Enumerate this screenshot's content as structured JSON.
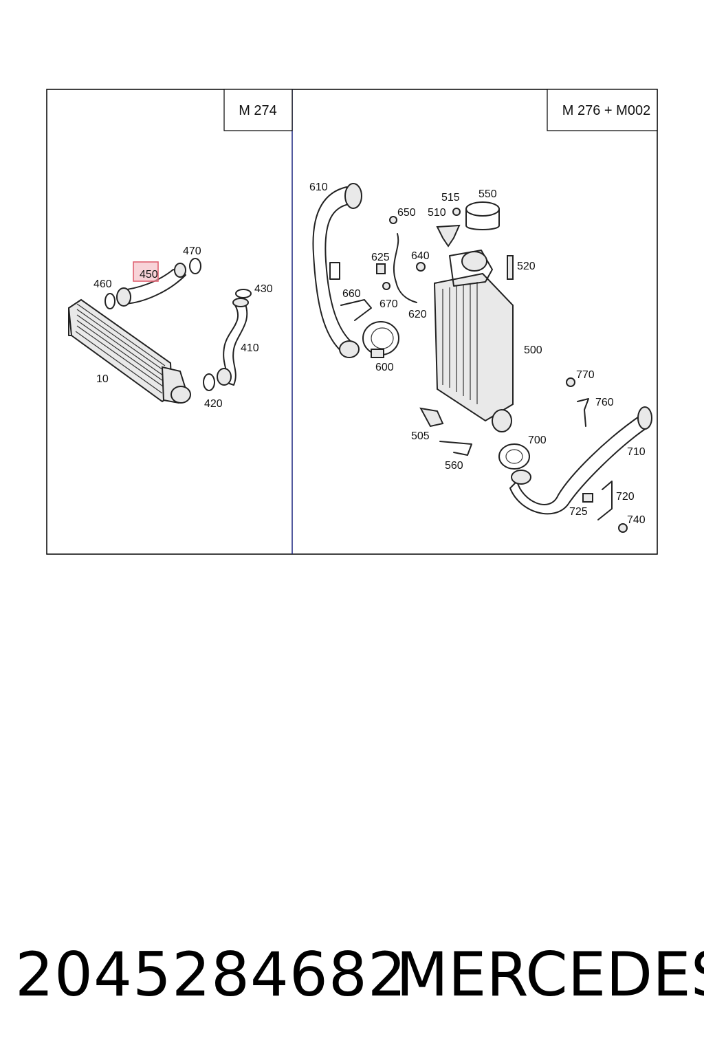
{
  "panels": {
    "left_title": "M 274",
    "right_title": "M 276 + M002"
  },
  "highlight": {
    "label": "450",
    "color": "#e06070"
  },
  "labels": {
    "l470": "470",
    "l460": "460",
    "l430": "430",
    "l410": "410",
    "l10": "10",
    "l420": "420",
    "l610": "610",
    "l650": "650",
    "l515": "515",
    "l550": "550",
    "l510": "510",
    "l625": "625",
    "l640": "640",
    "l520": "520",
    "l660": "660",
    "l670": "670",
    "l620": "620",
    "l500": "500",
    "l600": "600",
    "l770": "770",
    "l760": "760",
    "l505": "505",
    "l700": "700",
    "l710": "710",
    "l560": "560",
    "l720": "720",
    "l725": "725",
    "l740": "740"
  },
  "footer": {
    "part_number": "2045284682",
    "brand": "MERCEDES"
  },
  "colors": {
    "frame_left": "#000000",
    "divider": "#1a237e"
  }
}
